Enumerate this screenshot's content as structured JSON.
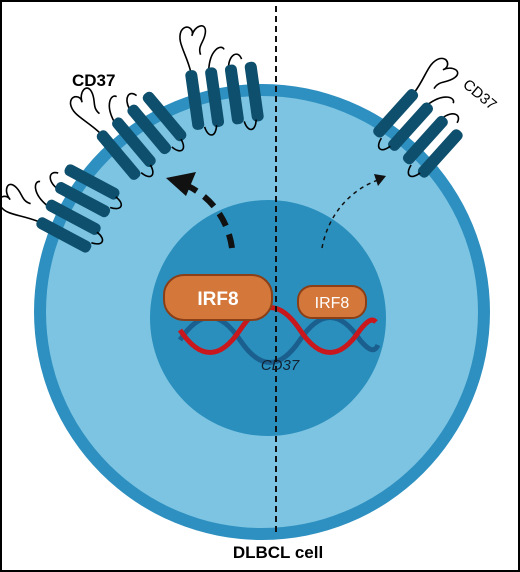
{
  "labels": {
    "cd37_left": "CD37",
    "cd37_right": "CD37",
    "irf8_big": "IRF8",
    "irf8_small": "IRF8",
    "gene": "CD37",
    "cell": "DLBCL cell"
  },
  "colors": {
    "outer_membrane": "#2e90c0",
    "cytoplasm": "#7cc4e2",
    "nucleus": "#2a8fbd",
    "protein": "#0d4f6c",
    "irf8_fill": "#d4773a",
    "irf8_stroke": "#8a3f17",
    "dna_red": "#c8181e",
    "dna_blue": "#1a5f8e"
  },
  "icons": [
    "cd37-receptor-icon",
    "irf8-protein-icon",
    "dna-helix-icon",
    "arrow-icon"
  ]
}
